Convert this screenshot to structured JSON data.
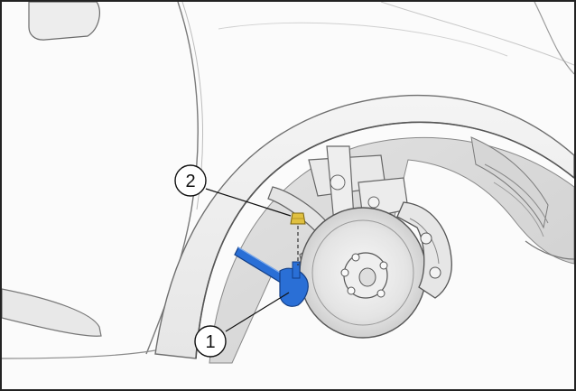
{
  "illustration": {
    "background_color": "#ffffff",
    "highlight_color": "#2a6fd6",
    "nut_color": "#e0c040"
  },
  "callouts": [
    {
      "id": "1",
      "label": "1"
    },
    {
      "id": "2",
      "label": "2"
    }
  ]
}
